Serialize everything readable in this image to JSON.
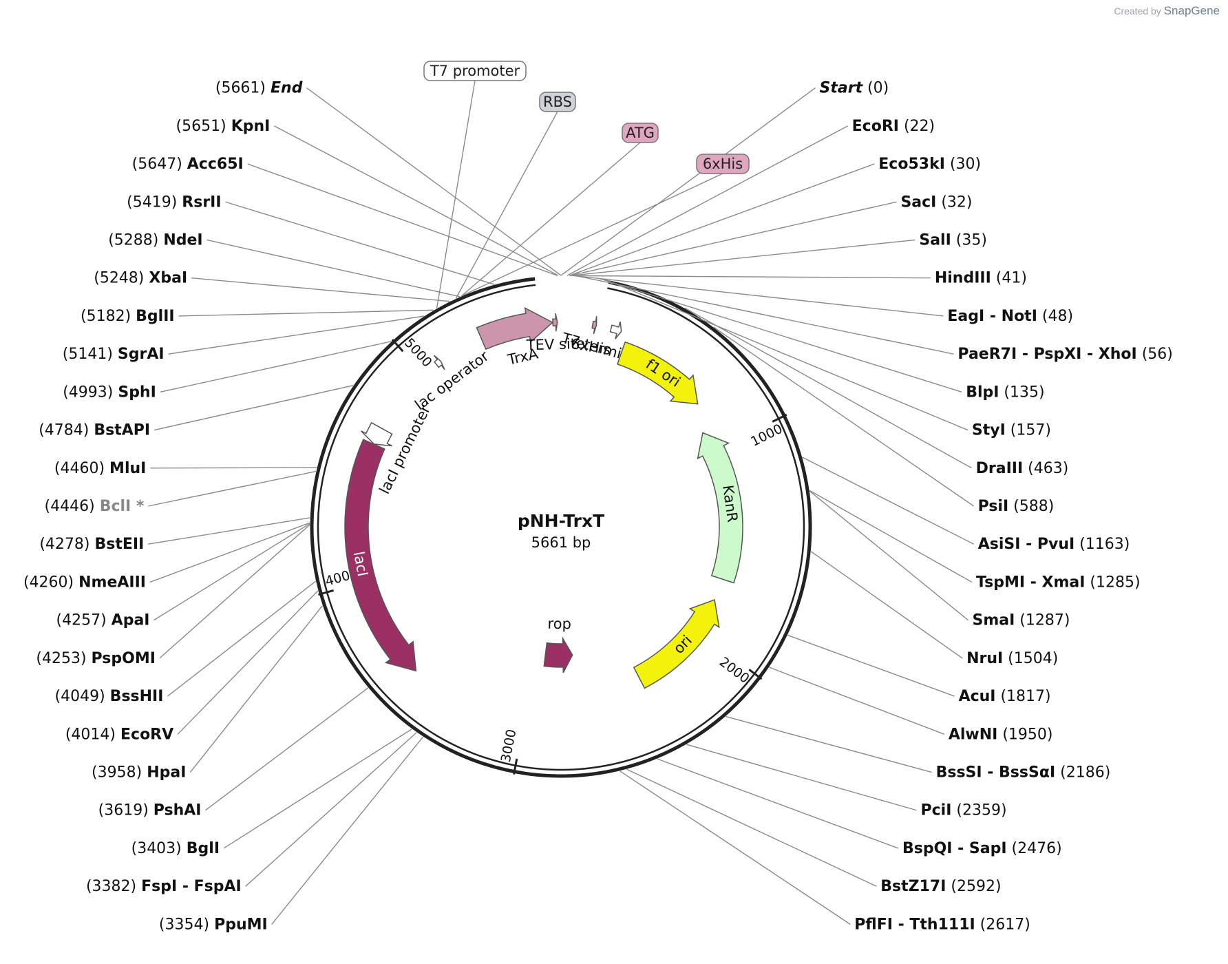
{
  "credit": {
    "prefix": "Created by",
    "brand": "SnapGene"
  },
  "plasmid": {
    "name": "pNH-TrxT",
    "length": 5661,
    "length_label": "5661 bp"
  },
  "ticks": [
    1000,
    2000,
    3000,
    4000,
    5000
  ],
  "features": [
    {
      "name": "lacI",
      "start": 3541,
      "end": 4620,
      "strand": -1,
      "color": "#9b3065",
      "label": "lacI",
      "label_inside": true
    },
    {
      "name": "lacI promoter",
      "start": 4621,
      "end": 4698,
      "strand": -1,
      "color": "#ffffff",
      "label": "lacI promoter"
    },
    {
      "name": "lac operator",
      "start": 5071,
      "end": 5095,
      "strand": 1,
      "color": "#ffffff",
      "label": "lac operator"
    },
    {
      "name": "TrxA",
      "start": 5300,
      "end": 5624,
      "strand": 1,
      "color": "#cc95ab",
      "label": "TrxA"
    },
    {
      "name": "TEV site",
      "start": 5625,
      "end": 5645,
      "strand": 1,
      "color": "#cc95ab",
      "label": "TEV site"
    },
    {
      "name": "6xHis",
      "start": 140,
      "end": 157,
      "strand": 1,
      "color": "#cc95ab",
      "label": "6xHis"
    },
    {
      "name": "T7 terminator",
      "start": 223,
      "end": 270,
      "strand": 1,
      "color": "#ffffff",
      "label": "T7 terminator"
    },
    {
      "name": "f1 ori",
      "start": 301,
      "end": 756,
      "strand": 1,
      "color": "#f2f20a",
      "label": "f1 ori",
      "label_inside": true
    },
    {
      "name": "KanR",
      "start": 888,
      "end": 1698,
      "strand": -1,
      "color": "#ccfacc",
      "label": "KanR",
      "label_inside": true
    },
    {
      "name": "ori",
      "start": 1815,
      "end": 2400,
      "strand": -1,
      "color": "#f2f20a",
      "label": "ori",
      "label_inside": true
    },
    {
      "name": "rop",
      "start": 2750,
      "end": 2940,
      "strand": -1,
      "color": "#9b3065",
      "label": "rop"
    }
  ],
  "sites": [
    {
      "name": "XbaI",
      "pos": "5248"
    },
    {
      "name": "NdeI",
      "pos": "5288"
    },
    {
      "name": "RsrII",
      "pos": "5419"
    },
    {
      "name": "Acc65I",
      "pos": "5647"
    },
    {
      "name": "KpnI",
      "pos": "5651"
    },
    {
      "name": "End",
      "pos": "5661"
    },
    {
      "name": "Start",
      "pos": "0"
    },
    {
      "name": "EcoRI",
      "pos": "22"
    },
    {
      "name": "Eco53kI",
      "pos": "30"
    },
    {
      "name": "SacI",
      "pos": "32"
    },
    {
      "name": "SalI",
      "pos": "35"
    },
    {
      "name": "HindIII",
      "pos": "41"
    },
    {
      "name": "EagI",
      "name2": "NotI",
      "pos": "48"
    },
    {
      "name": "PaeR7I",
      "name2": "PspXI",
      "name3": "XhoI",
      "pos": "56"
    },
    {
      "name": "BlpI",
      "pos": "135"
    },
    {
      "name": "StyI",
      "pos": "157"
    },
    {
      "name": "DraIII",
      "pos": "463"
    },
    {
      "name": "PsiI",
      "pos": "588"
    },
    {
      "name": "AsiSI",
      "name2": "PvuI",
      "pos": "1163"
    },
    {
      "name": "TspMI",
      "name2": "XmaI",
      "pos": "1285"
    },
    {
      "name": "SmaI",
      "pos": "1287"
    },
    {
      "name": "NruI",
      "pos": "1504"
    },
    {
      "name": "AcuI",
      "pos": "1817"
    },
    {
      "name": "AlwNI",
      "pos": "1950"
    },
    {
      "name": "BssSI",
      "name2": "BssSαI",
      "pos": "2186"
    },
    {
      "name": "PciI",
      "pos": "2359"
    },
    {
      "name": "BspQI",
      "name2": "SapI",
      "pos": "2476"
    },
    {
      "name": "BstZ17I",
      "pos": "2592"
    },
    {
      "name": "PflFI",
      "name2": "Tth111I",
      "pos": "2617"
    },
    {
      "name": "PpuMI",
      "pos": "3354"
    },
    {
      "name": "FspI",
      "name2": "FspAI",
      "pos": "3382"
    },
    {
      "name": "BglI",
      "pos": "3403"
    },
    {
      "name": "PshAI",
      "pos": "3619"
    },
    {
      "name": "HpaI",
      "pos": "3958"
    },
    {
      "name": "EcoRV",
      "pos": "4014"
    },
    {
      "name": "BssHII",
      "pos": "4049"
    },
    {
      "name": "PspOMI",
      "pos": "4253"
    },
    {
      "name": "ApaI",
      "pos": "4257"
    },
    {
      "name": "NmeAIII",
      "pos": "4260"
    },
    {
      "name": "BstEII",
      "pos": "4278"
    },
    {
      "name": "BclI",
      "pos": "4446",
      "suffix": "*",
      "gray": true
    },
    {
      "name": "MluI",
      "pos": "4460"
    },
    {
      "name": "BstAPI",
      "pos": "4784"
    },
    {
      "name": "SphI",
      "pos": "4993"
    },
    {
      "name": "SgrAI",
      "pos": "5141"
    },
    {
      "name": "BglII",
      "pos": "5182"
    }
  ],
  "feature_tags": [
    {
      "text": "T7 promoter",
      "pos": 5195,
      "fill": "#ffffff"
    },
    {
      "text": "RBS",
      "pos": 5272,
      "fill": "#cfd2d6"
    },
    {
      "text": "ATG",
      "pos": 5294,
      "fill": "#e0a6bf"
    },
    {
      "text": "6xHis",
      "pos": 5297,
      "fill": "#e0a6bf"
    }
  ]
}
